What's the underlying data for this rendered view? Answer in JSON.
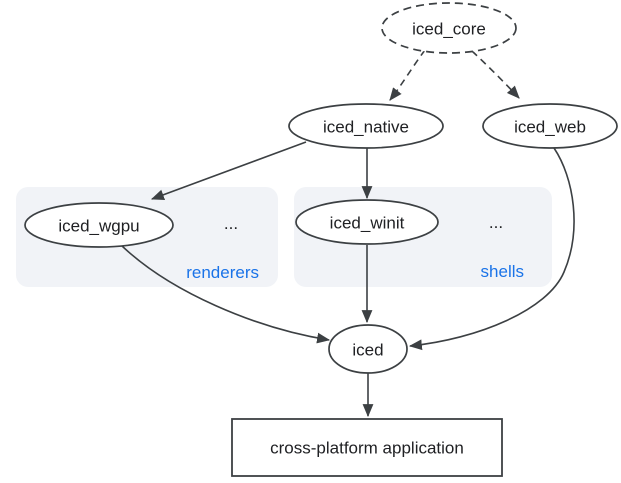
{
  "colors": {
    "background": "#ffffff",
    "node_fill": "#ffffff",
    "node_stroke": "#3c4043",
    "edge": "#3c4043",
    "text": "#202124",
    "group_fill": "#f1f3f7",
    "group_label": "#1a73e8"
  },
  "nodes": {
    "iced_core": "iced_core",
    "iced_native": "iced_native",
    "iced_web": "iced_web",
    "iced_wgpu": "iced_wgpu",
    "iced_winit": "iced_winit",
    "iced": "iced",
    "application": "cross-platform application"
  },
  "groups": {
    "renderers": {
      "label": "renderers",
      "more": "..."
    },
    "shells": {
      "label": "shells",
      "more": "..."
    }
  },
  "edges": [
    {
      "from": "iced_core",
      "to": "iced_native",
      "style": "dashed"
    },
    {
      "from": "iced_core",
      "to": "iced_web",
      "style": "dashed"
    },
    {
      "from": "iced_native",
      "to": "iced_wgpu",
      "style": "solid"
    },
    {
      "from": "iced_native",
      "to": "iced_winit",
      "style": "solid"
    },
    {
      "from": "iced_wgpu",
      "to": "iced",
      "style": "solid"
    },
    {
      "from": "iced_winit",
      "to": "iced",
      "style": "solid"
    },
    {
      "from": "iced_web",
      "to": "iced",
      "style": "solid"
    },
    {
      "from": "iced",
      "to": "cross-platform application",
      "style": "solid"
    }
  ]
}
